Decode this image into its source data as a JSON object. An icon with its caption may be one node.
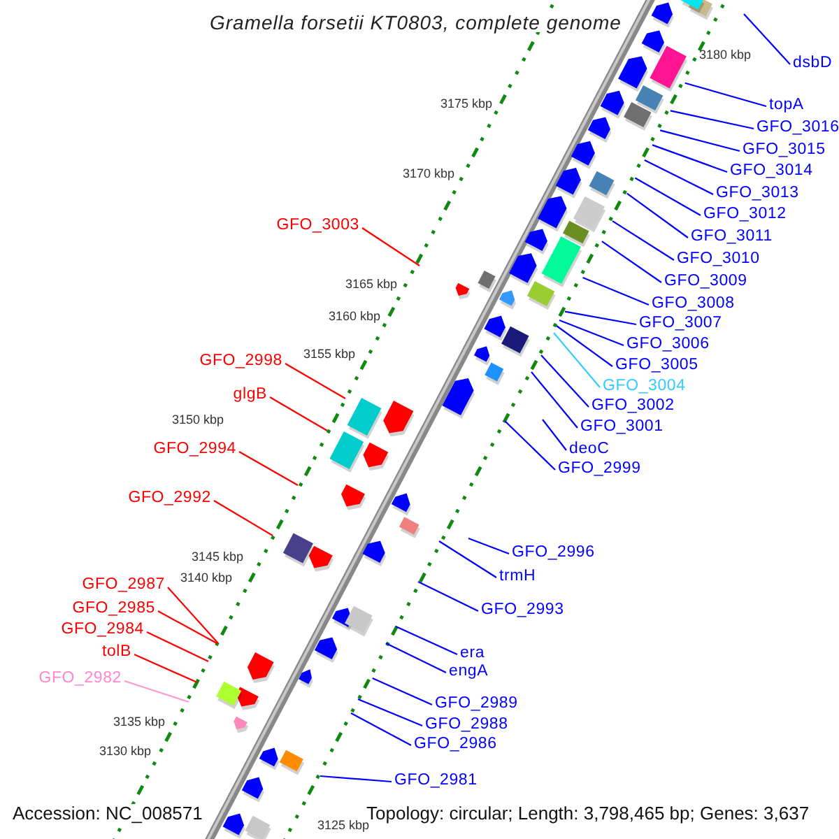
{
  "diagram": {
    "title": "Gramella forsetii KT0803, complete genome",
    "nodes": [
      {
        "text": [
          "dsbD"
        ]
      },
      {
        "text": [
          "topA"
        ]
      },
      {
        "text": [
          "GFO_3016"
        ]
      },
      {
        "text": [
          "GFO_3015"
        ]
      },
      {
        "text": [
          "GFO_3014"
        ]
      },
      {
        "text": [
          "GFO_3013"
        ]
      },
      {
        "text": [
          "GFO_3012"
        ]
      },
      {
        "text": [
          "GFO_3011"
        ]
      },
      {
        "text": [
          "GFO_3010"
        ]
      },
      {
        "text": [
          "GFO_3009"
        ]
      },
      {
        "text": [
          "GFO_3008"
        ]
      },
      {
        "text": [
          "GFO_3007"
        ]
      },
      {
        "text": [
          "GFO_3006"
        ]
      },
      {
        "text": [
          "GFO_3005"
        ]
      },
      {
        "text": [
          "GFO_3004"
        ]
      },
      {
        "text": [
          "GFO_3002"
        ]
      },
      {
        "text": [
          "GFO_3001"
        ]
      },
      {
        "text": [
          "deoC"
        ]
      },
      {
        "text": [
          "GFO_2999"
        ]
      },
      {
        "text": [
          "GFO_2996"
        ]
      },
      {
        "text": [
          "trmH"
        ]
      },
      {
        "text": [
          "GFO_2993"
        ]
      },
      {
        "text": [
          "era"
        ]
      },
      {
        "text": [
          "engA"
        ]
      },
      {
        "text": [
          "GFO_2989"
        ]
      },
      {
        "text": [
          "GFO_2988"
        ]
      },
      {
        "text": [
          "GFO_2986"
        ]
      },
      {
        "text": [
          "GFO_2981"
        ]
      },
      {
        "text": [
          "GFO_3003"
        ]
      },
      {
        "text": [
          "GFO_2998"
        ]
      },
      {
        "text": [
          "glgB"
        ]
      },
      {
        "text": [
          "GFO_2994"
        ]
      },
      {
        "text": [
          "GFO_2992"
        ]
      },
      {
        "text": [
          "GFO_2987"
        ]
      },
      {
        "text": [
          "GFO_2985"
        ]
      },
      {
        "text": [
          "GFO_2984"
        ]
      },
      {
        "text": [
          "tolB"
        ]
      },
      {
        "text": [
          "GFO_2982"
        ]
      }
    ],
    "edges": [
      {
        "from": 0,
        "to": null,
        "arrow": "none"
      },
      {
        "from": 1,
        "to": null,
        "arrow": "none"
      },
      {
        "from": 2,
        "to": null,
        "arrow": "none"
      },
      {
        "from": 3,
        "to": null,
        "arrow": "none"
      },
      {
        "from": 4,
        "to": null,
        "arrow": "none"
      },
      {
        "from": 5,
        "to": null,
        "arrow": "none"
      },
      {
        "from": 6,
        "to": null,
        "arrow": "none"
      },
      {
        "from": 7,
        "to": null,
        "arrow": "none"
      },
      {
        "from": 8,
        "to": null,
        "arrow": "none"
      },
      {
        "from": 9,
        "to": null,
        "arrow": "none"
      },
      {
        "from": 10,
        "to": null,
        "arrow": "none"
      },
      {
        "from": 11,
        "to": null,
        "arrow": "none"
      },
      {
        "from": 12,
        "to": null,
        "arrow": "none"
      },
      {
        "from": 13,
        "to": null,
        "arrow": "none"
      },
      {
        "from": 14,
        "to": null,
        "arrow": "none",
        "color": "#33ccff"
      },
      {
        "from": 15,
        "to": null,
        "arrow": "none"
      },
      {
        "from": 16,
        "to": null,
        "arrow": "none"
      },
      {
        "from": 17,
        "to": null,
        "arrow": "none"
      },
      {
        "from": 18,
        "to": null,
        "arrow": "none"
      },
      {
        "from": 19,
        "to": null,
        "arrow": "none"
      },
      {
        "from": 20,
        "to": null,
        "arrow": "none"
      },
      {
        "from": 21,
        "to": null,
        "arrow": "none"
      },
      {
        "from": 22,
        "to": null,
        "arrow": "none"
      },
      {
        "from": 23,
        "to": null,
        "arrow": "none"
      },
      {
        "from": 24,
        "to": null,
        "arrow": "none"
      },
      {
        "from": 25,
        "to": null,
        "arrow": "none"
      },
      {
        "from": 26,
        "to": null,
        "arrow": "none"
      },
      {
        "from": 27,
        "to": null,
        "arrow": "none"
      },
      {
        "from": 28,
        "to": null,
        "arrow": "none",
        "color": "#ff0000"
      },
      {
        "from": 29,
        "to": null,
        "arrow": "none",
        "color": "#ff0000"
      },
      {
        "from": 30,
        "to": null,
        "arrow": "none",
        "color": "#ff0000"
      },
      {
        "from": 31,
        "to": null,
        "arrow": "none",
        "color": "#ff0000"
      },
      {
        "from": 32,
        "to": null,
        "arrow": "none",
        "color": "#ff0000"
      },
      {
        "from": 33,
        "to": null,
        "arrow": "none",
        "color": "#ff0000"
      },
      {
        "from": 34,
        "to": null,
        "arrow": "none",
        "color": "#ff0000"
      },
      {
        "from": 35,
        "to": null,
        "arrow": "none",
        "color": "#ff0000"
      },
      {
        "from": 36,
        "to": null,
        "arrow": "none",
        "color": "#ff0000"
      },
      {
        "from": 37,
        "to": null,
        "arrow": "none",
        "color": "#ff99cc"
      }
    ],
    "labels": [
      "3180 kbp",
      "3175 kbp",
      "3170 kbp",
      "3165 kbp",
      "3160 kbp",
      "3155 kbp",
      "3150 kbp",
      "3145 kbp",
      "3140 kbp",
      "3135 kbp",
      "3130 kbp",
      "3125 kbp",
      "Accession: NC_008571",
      "Topology: circular; Length: 3,798,465 bp; Genes: 3,637"
    ]
  }
}
